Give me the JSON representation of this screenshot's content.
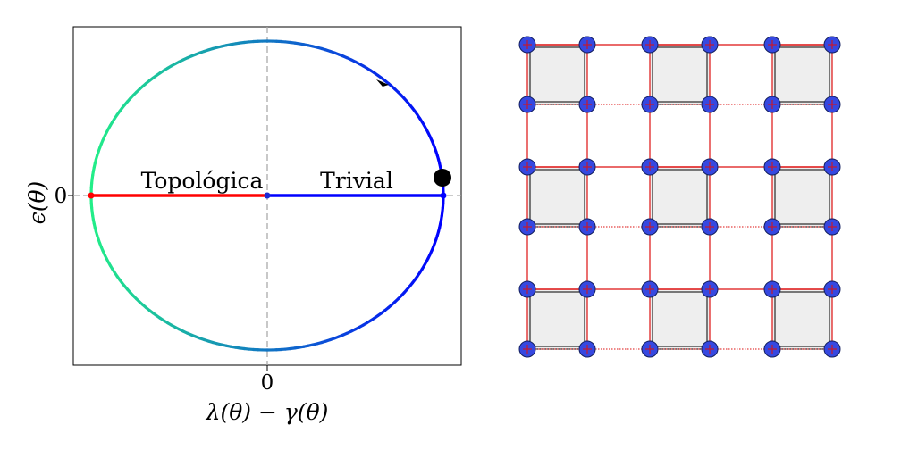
{
  "left_panel": {
    "ylabel": "ϵ(θ)",
    "xlabel": "λ(θ) − γ(θ)",
    "xtick_label": "0",
    "ytick_label": "0",
    "label_topological": "Topológica",
    "label_trivial": "Trivial",
    "colors": {
      "topological_segment": "#ff0000",
      "trivial_segment": "#0000ff",
      "ellipse_start": "#0000ff",
      "ellipse_end": "#22ee88",
      "marker": "#000000",
      "center_dot": "#1a2bd6",
      "guide_lines": "#aaaaaa"
    }
  },
  "right_panel": {
    "rows": 3,
    "cols": 3,
    "colors": {
      "site_fill": "#3648e0",
      "site_stroke": "#14205e",
      "plaquette_fill": "#eeeeee",
      "plaquette_stroke": "#000000",
      "bond": "#dd1111"
    }
  }
}
